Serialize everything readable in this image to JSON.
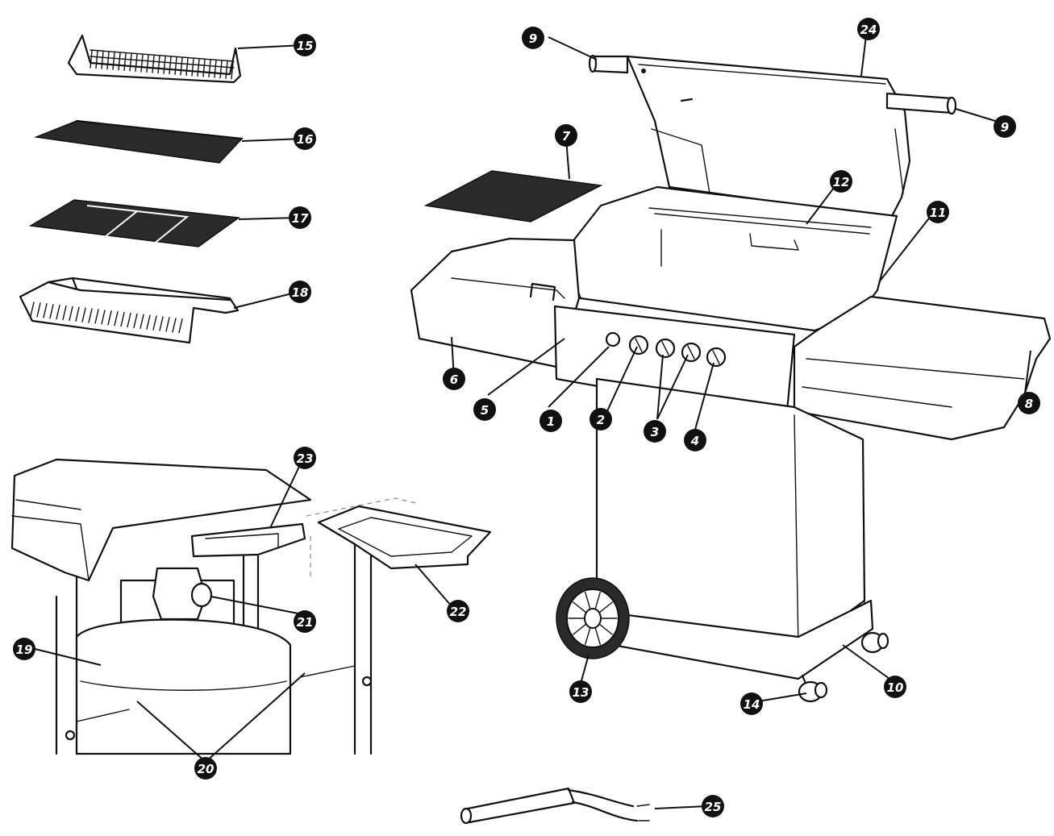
{
  "callouts": [
    {
      "id": "c1",
      "label": "1"
    },
    {
      "id": "c2",
      "label": "2"
    },
    {
      "id": "c3",
      "label": "3"
    },
    {
      "id": "c4",
      "label": "4"
    },
    {
      "id": "c5",
      "label": "5"
    },
    {
      "id": "c6",
      "label": "6"
    },
    {
      "id": "c7",
      "label": "7"
    },
    {
      "id": "c8",
      "label": "8"
    },
    {
      "id": "c9a",
      "label": "9"
    },
    {
      "id": "c9b",
      "label": "9"
    },
    {
      "id": "c10",
      "label": "10"
    },
    {
      "id": "c11",
      "label": "11"
    },
    {
      "id": "c12",
      "label": "12"
    },
    {
      "id": "c13",
      "label": "13"
    },
    {
      "id": "c14",
      "label": "14"
    },
    {
      "id": "c15",
      "label": "15"
    },
    {
      "id": "c16",
      "label": "16"
    },
    {
      "id": "c17",
      "label": "17"
    },
    {
      "id": "c18",
      "label": "18"
    },
    {
      "id": "c19",
      "label": "19"
    },
    {
      "id": "c20",
      "label": "20"
    },
    {
      "id": "c21",
      "label": "21"
    },
    {
      "id": "c22",
      "label": "22"
    },
    {
      "id": "c23",
      "label": "23"
    },
    {
      "id": "c24",
      "label": "24"
    },
    {
      "id": "c25",
      "label": "25"
    }
  ],
  "colors": {
    "line": "#111111",
    "badge": "#111111",
    "badge_text": "#ffffff",
    "background": "#ffffff"
  }
}
